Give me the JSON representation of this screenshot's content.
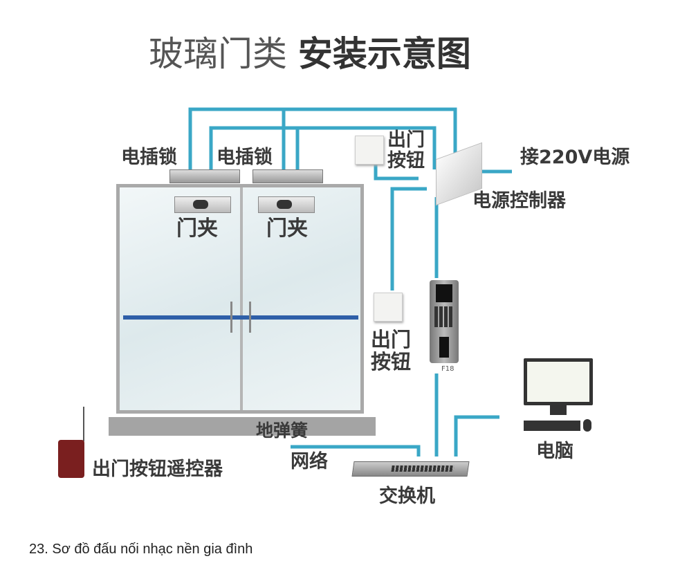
{
  "title": {
    "light": "玻璃门类",
    "bold": "安装示意图"
  },
  "labels": {
    "lock_left": "电插锁",
    "lock_right": "电插锁",
    "clip_left": "门夹",
    "clip_right": "门夹",
    "exit_button_top": [
      "出门",
      "按钮"
    ],
    "exit_button_mid": [
      "出门",
      "按钮"
    ],
    "power_input": "接220V电源",
    "power_controller": "电源控制器",
    "device_model": "F18",
    "floor_spring": "地弹簧",
    "remote": "出门按钮遥控器",
    "network": "网络",
    "switch": "交换机",
    "computer": "电脑"
  },
  "caption": "23. Sơ đồ đấu nối nhạc nền gia đình",
  "colors": {
    "wire": "#3aa7c6",
    "door_bar": "#2e5fa8"
  }
}
